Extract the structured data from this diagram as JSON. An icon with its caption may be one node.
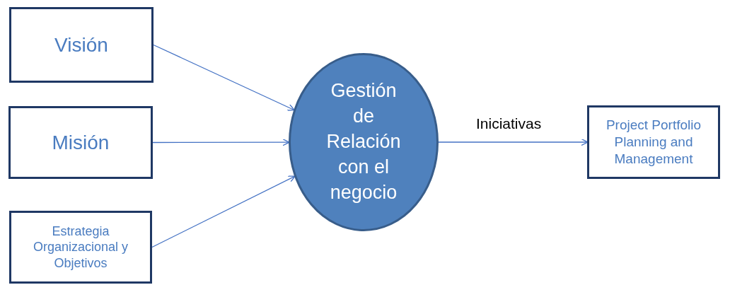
{
  "diagram": {
    "nodes": [
      {
        "text": [
          "Visión"
        ]
      },
      {
        "text": [
          "Misión"
        ]
      },
      {
        "text": [
          "Estrategia Organizacional y Objetivos"
        ]
      },
      {
        "text": [
          "Gestión de Relación con el negocio"
        ]
      },
      {
        "text": [
          "Project Portfolio Planning and Management"
        ]
      }
    ],
    "edges": [
      {
        "from": 0,
        "to": 3,
        "arrow": "to"
      },
      {
        "from": 1,
        "to": 3,
        "arrow": "to"
      },
      {
        "from": 2,
        "to": 3,
        "arrow": "to"
      },
      {
        "from": 3,
        "to": 4,
        "arrow": "to",
        "label": "Iniciativas"
      }
    ]
  }
}
